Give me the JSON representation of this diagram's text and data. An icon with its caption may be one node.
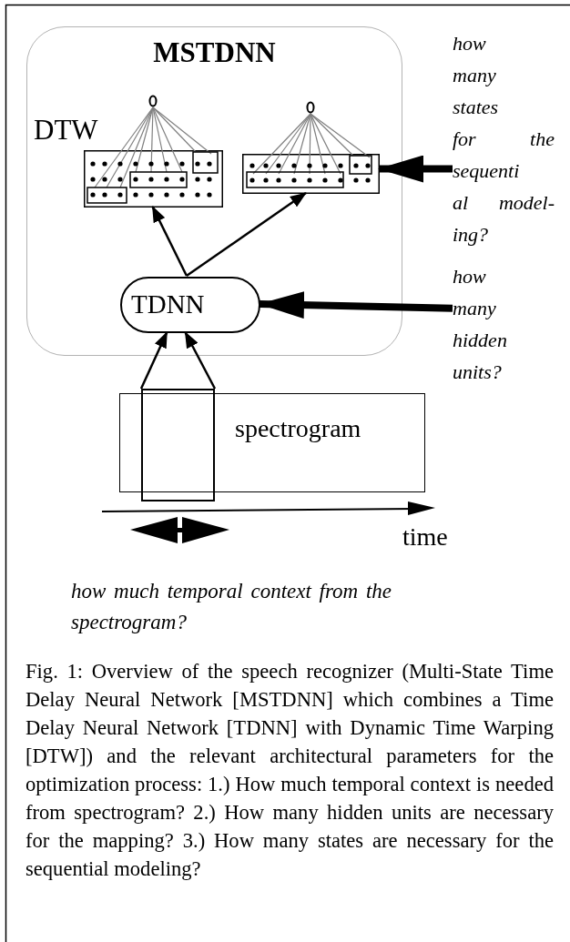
{
  "diagram": {
    "caption": "Fig. 1: Overview of the speech recognizer (Multi-State Time Delay Neural Network [MSTDNN] which combines a Time Delay Neural Network [TDNN] with Dynamic Time Warping [DTW]) and the relevant architectural parameters for the optimization process: 1.) How much temporal context is needed from spectrogram? 2.) How many hidden units are necessary for the mapping? 3.) How many states are necessary for the sequential modeling?",
    "nodes": [
      {
        "text": [
          "MSTDNN"
        ]
      },
      {
        "text": [],
        "shape": "box",
        "in": 0,
        "beside": [
          "DTW"
        ]
      },
      {
        "text": [],
        "shape": "box",
        "in": 0
      },
      {
        "text": [
          "TDNN"
        ],
        "in": 0
      },
      {
        "text": [
          "spectrogram"
        ]
      },
      {
        "text": [],
        "shape": "box"
      },
      {
        "text": [
          "how many states for the sequenti al model- ing?"
        ]
      },
      {
        "text": [
          "how many hidden units?"
        ]
      },
      {
        "text": [
          "how much temporal context from the spectrogram?"
        ]
      },
      {
        "text": [],
        "shape": "arrow"
      }
    ],
    "edges": [
      {
        "from": 3,
        "to": 1,
        "arrow": "to"
      },
      {
        "from": 3,
        "to": 2,
        "arrow": "to"
      },
      {
        "from": 5,
        "to": 3,
        "arrow": "to"
      },
      {
        "from": 5,
        "to": 3,
        "arrow": "to"
      },
      {
        "from": 6,
        "to": 2,
        "arrow": "to",
        "style": "thick"
      },
      {
        "from": 7,
        "to": 3,
        "arrow": "to",
        "style": "thick"
      }
    ],
    "labels": [
      "time"
    ]
  }
}
